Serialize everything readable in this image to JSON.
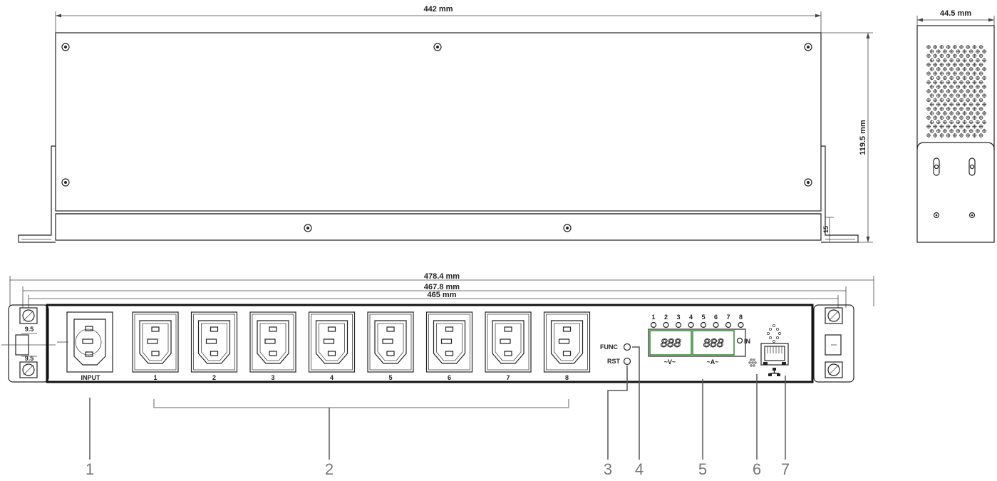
{
  "dimensions": {
    "width_top": "442 mm",
    "depth_side": "44.5 mm",
    "height_top": "119.5 mm",
    "flange": "15",
    "overall_front": "478.4 mm",
    "mount_front": "467.8 mm",
    "body_front": "465 mm",
    "hole_offset_top": "9.5",
    "hole_offset_bottom": "9.5"
  },
  "front_panel": {
    "input_label": "INPUT",
    "outlets": [
      "1",
      "2",
      "3",
      "4",
      "5",
      "6",
      "7",
      "8"
    ],
    "func_label": "FUNC",
    "rst_label": "RST",
    "led_numbers": [
      "1",
      "2",
      "3",
      "4",
      "5",
      "6",
      "7",
      "8"
    ],
    "in_label": "IN",
    "volt_label": "~V~",
    "amp_label": "~A~",
    "digits_v": "888",
    "digits_a": "888"
  },
  "callouts": [
    "1",
    "2",
    "3",
    "4",
    "5",
    "6",
    "7"
  ],
  "colors": {
    "line": "#222222",
    "callout": "#777777",
    "display": "#2e8b2e"
  }
}
